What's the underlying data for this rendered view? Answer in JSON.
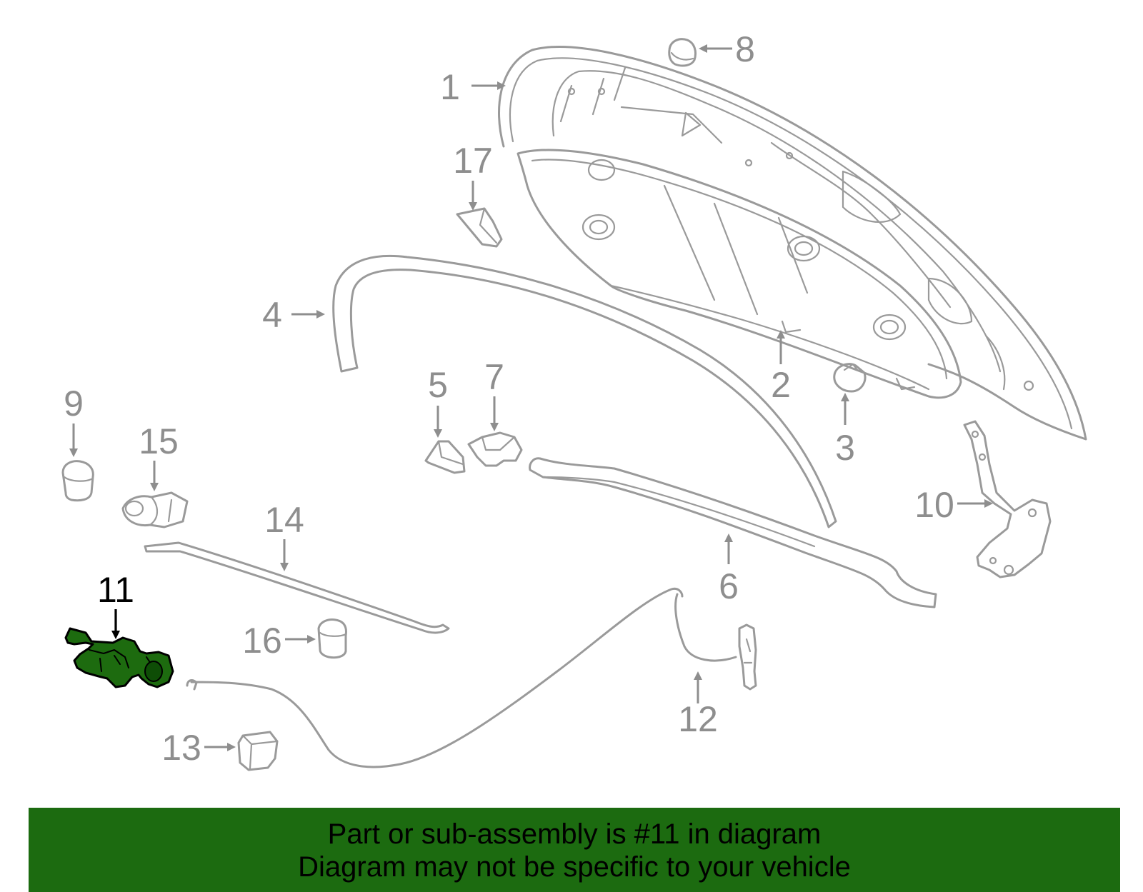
{
  "diagram": {
    "selected_part": "11",
    "callouts": {
      "c1": "1",
      "c2": "2",
      "c3": "3",
      "c4": "4",
      "c5": "5",
      "c6": "6",
      "c7": "7",
      "c8": "8",
      "c9": "9",
      "c10": "10",
      "c11": "11",
      "c12": "12",
      "c13": "13",
      "c14": "14",
      "c15": "15",
      "c16": "16",
      "c17": "17"
    },
    "colors": {
      "highlight": "#1c6b10",
      "parts": "#9a9a9a",
      "labels": "#8e8e8e"
    }
  },
  "caption": {
    "line1": "Part or sub-assembly is #11 in diagram",
    "line2": "Diagram may not be specific to your vehicle"
  }
}
